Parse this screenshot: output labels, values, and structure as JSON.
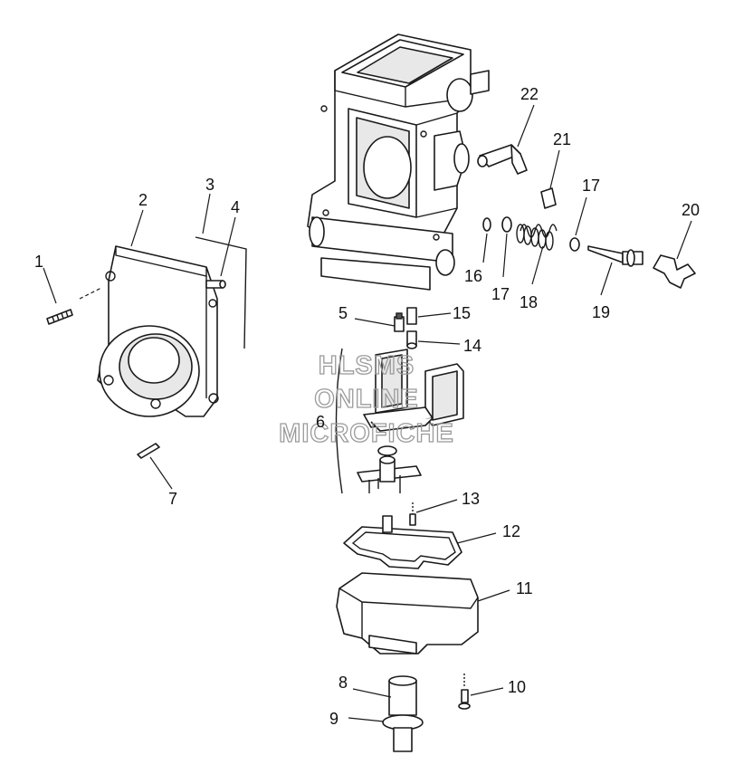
{
  "watermark": {
    "line1": "HLSMS",
    "line2": "ONLINE",
    "line3": "MICROFICHE"
  },
  "callouts": {
    "c1": "1",
    "c2": "2",
    "c3": "3",
    "c4": "4",
    "c5": "5",
    "c6": "6",
    "c7": "7",
    "c8": "8",
    "c9": "9",
    "c10": "10",
    "c11": "11",
    "c12": "12",
    "c13": "13",
    "c14": "14",
    "c15": "15",
    "c16": "16",
    "c17a": "17",
    "c17b": "17",
    "c18": "18",
    "c19": "19",
    "c20": "20",
    "c21": "21",
    "c22": "22"
  }
}
